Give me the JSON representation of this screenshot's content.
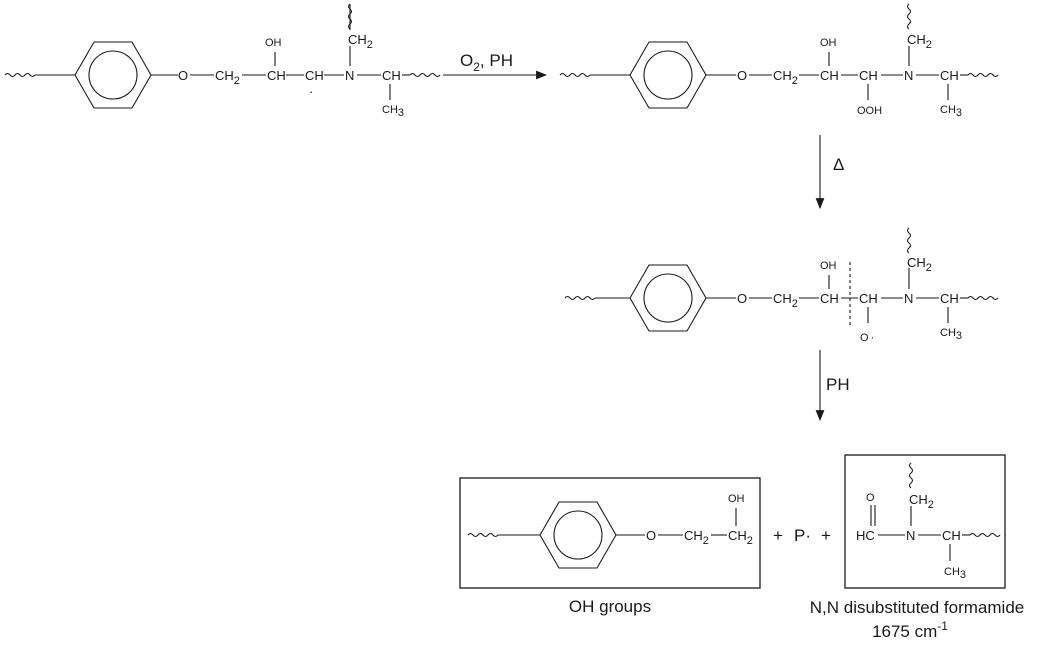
{
  "labels": {
    "o": "O",
    "ch": "CH",
    "ch2": "CH",
    "ch2_sub": "2",
    "ch3": "CH",
    "ch3_sub": "3",
    "n": "N",
    "oh": "OH",
    "ooh": "OOH",
    "o_radical": "O",
    "radical_dot": "·",
    "hc": "HC",
    "o_carbonyl": "O"
  },
  "arrows": {
    "step1_main": "O",
    "step1_sub": "2",
    "step1_rest": ", PH",
    "step2": "Δ",
    "step3": "PH"
  },
  "products": {
    "plus1": "+",
    "radical": "P·",
    "plus2": "+",
    "caption_oh": "OH groups",
    "caption_formamide": "N,N disubstituted formamide",
    "wavenumber": "1675 cm",
    "wavenumber_sup": "-1"
  }
}
